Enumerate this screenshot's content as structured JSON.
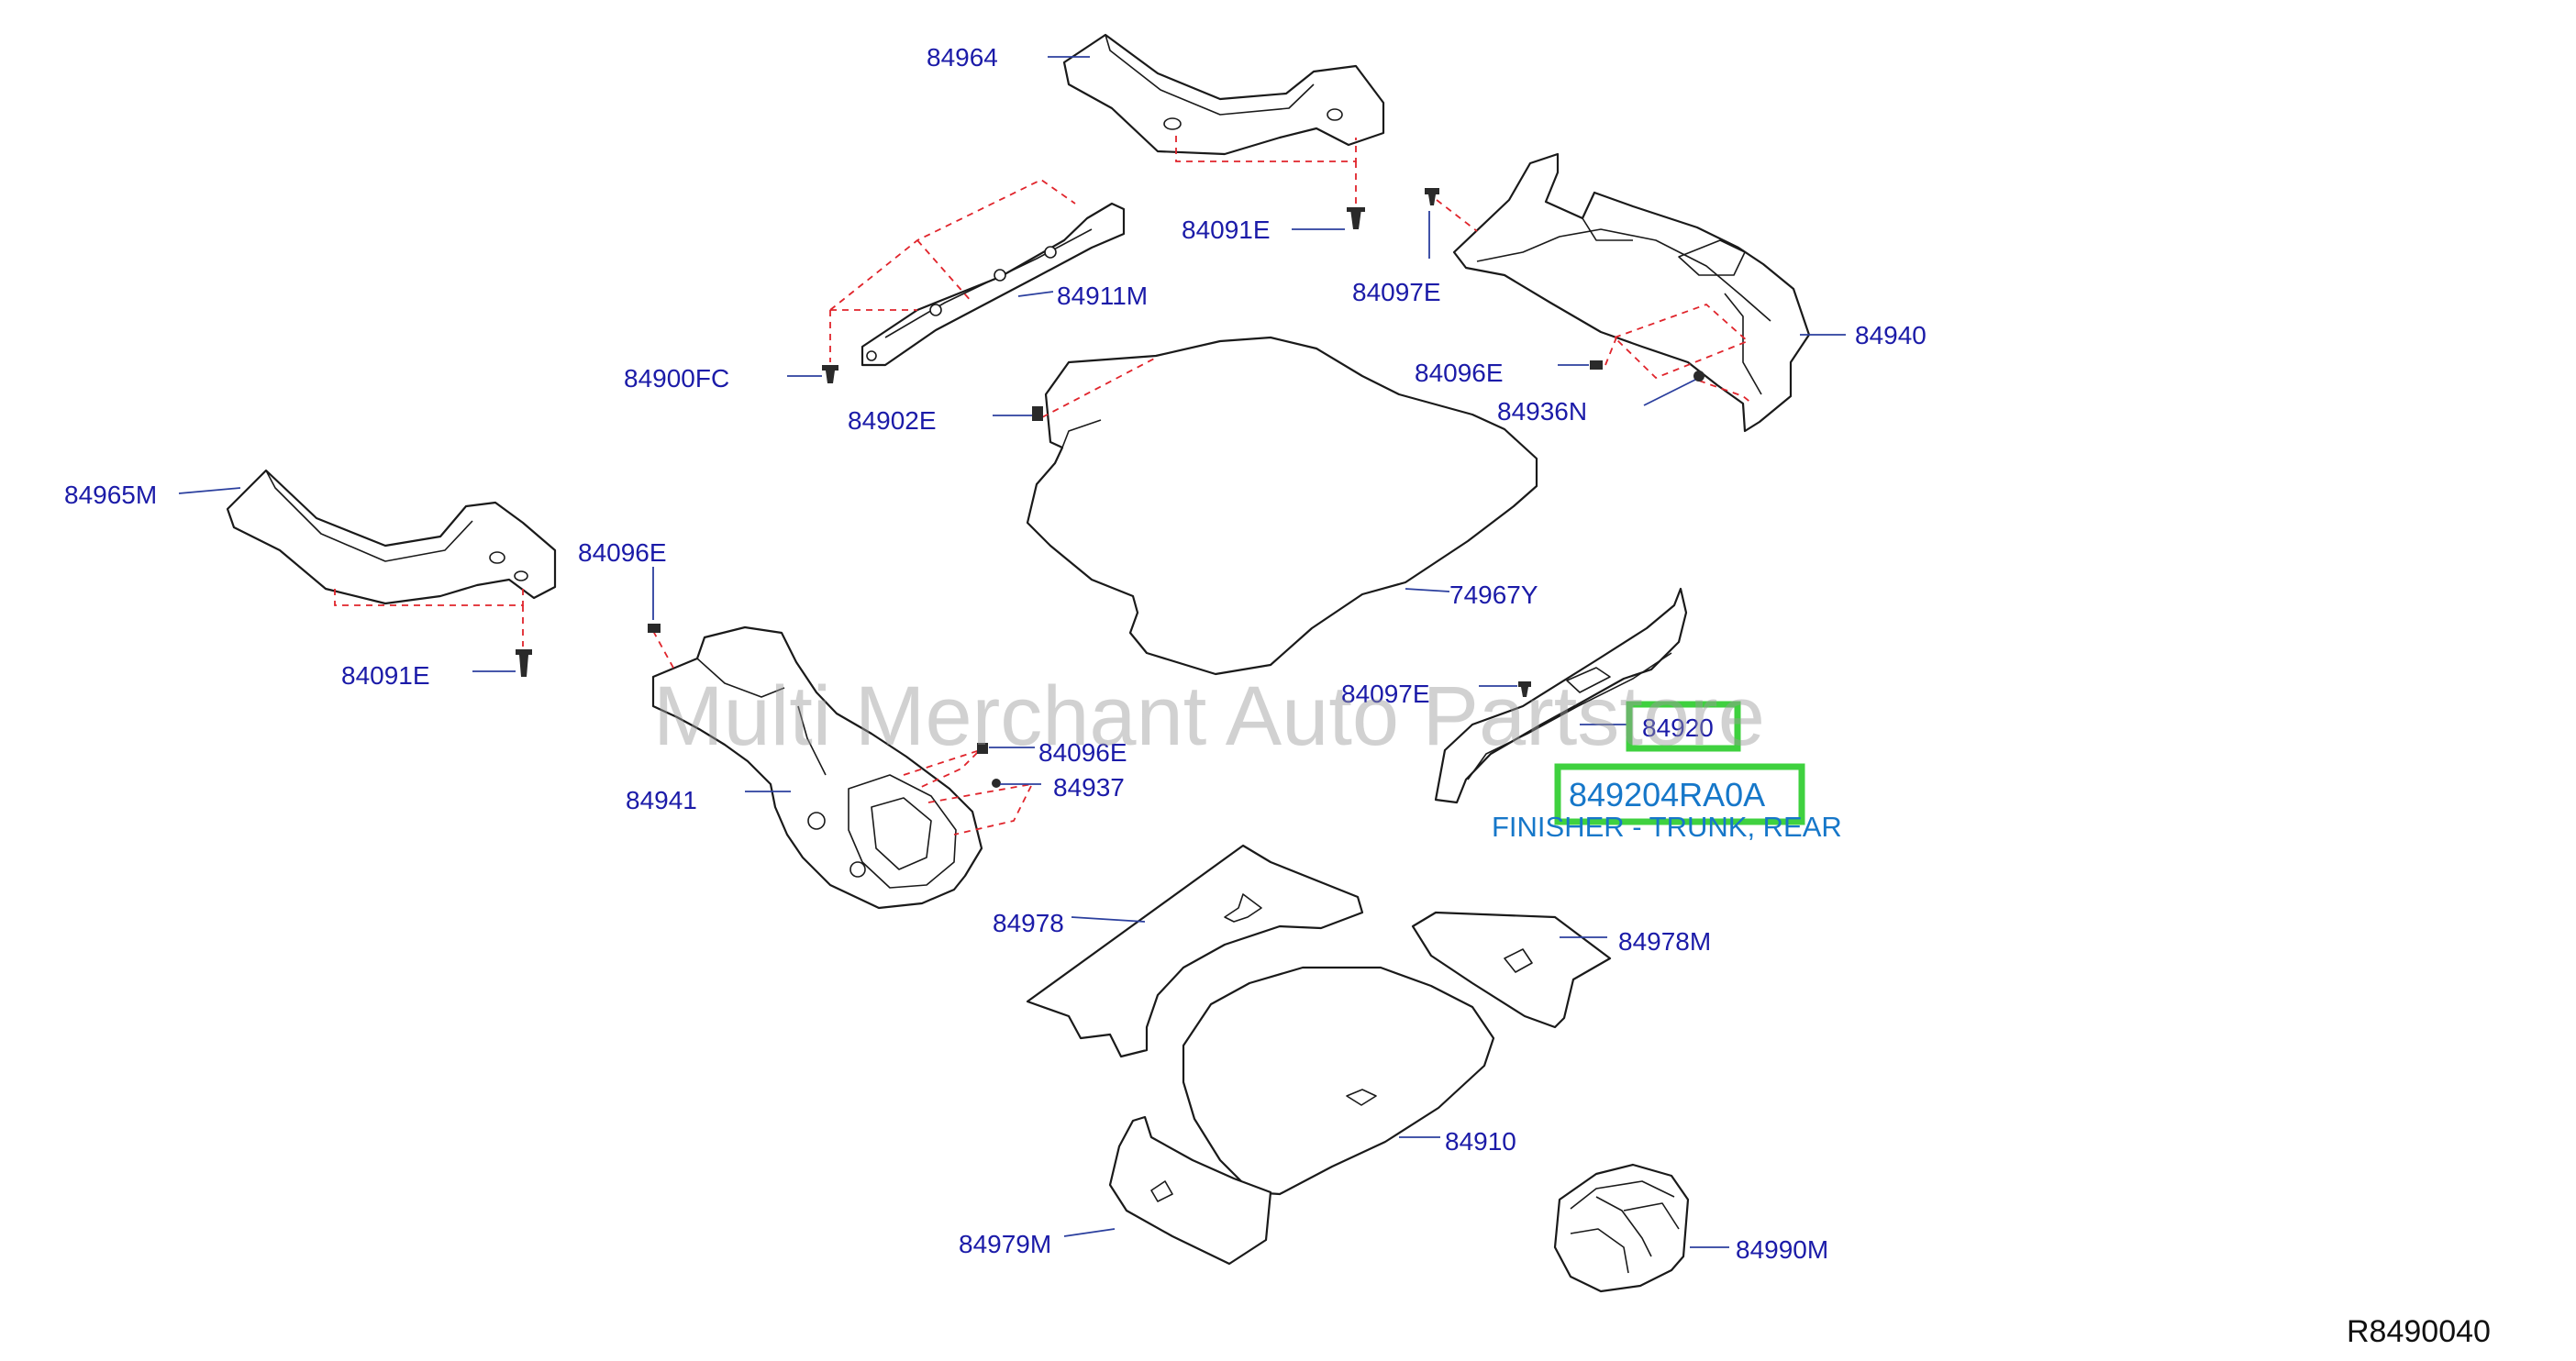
{
  "watermark": "Multi Merchant Auto Partstore",
  "diagram_ref": "R8490040",
  "highlight": {
    "callout": "84920",
    "part_number": "849204RA0A",
    "description": "FINISHER - TRUNK, REAR"
  },
  "labels": {
    "l84964": "84964",
    "l84091E_top": "84091E",
    "l84911M": "84911M",
    "l84900FC": "84900FC",
    "l84902E": "84902E",
    "l84097E_top": "84097E",
    "l84940": "84940",
    "l84096E_right": "84096E",
    "l84936N": "84936N",
    "l84965M": "84965M",
    "l84096E_left": "84096E",
    "l84091E_left": "84091E",
    "l74967Y": "74967Y",
    "l84097E_mid": "84097E",
    "l84096E_mid": "84096E",
    "l84937": "84937",
    "l84941": "84941",
    "l84978": "84978",
    "l84978M": "84978M",
    "l84910": "84910",
    "l84979M": "84979M",
    "l84990M": "84990M"
  }
}
